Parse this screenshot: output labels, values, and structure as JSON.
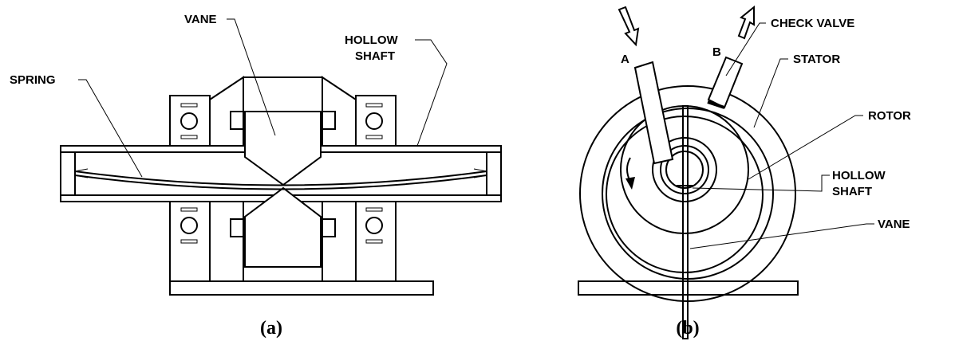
{
  "figure_a": {
    "labels": {
      "vane": "VANE",
      "hollow_shaft_line1": "HOLLOW",
      "hollow_shaft_line2": "SHAFT",
      "spring": "SPRING"
    },
    "caption": "(a)"
  },
  "figure_b": {
    "labels": {
      "port_a": "A",
      "port_b": "B",
      "check_valve": "CHECK VALVE",
      "stator": "STATOR",
      "rotor": "ROTOR",
      "hollow_shaft_line1": "HOLLOW",
      "hollow_shaft_line2": "SHAFT",
      "vane": "VANE"
    },
    "caption": "(b)"
  },
  "colors": {
    "ink": "#000000",
    "background": "#ffffff"
  }
}
